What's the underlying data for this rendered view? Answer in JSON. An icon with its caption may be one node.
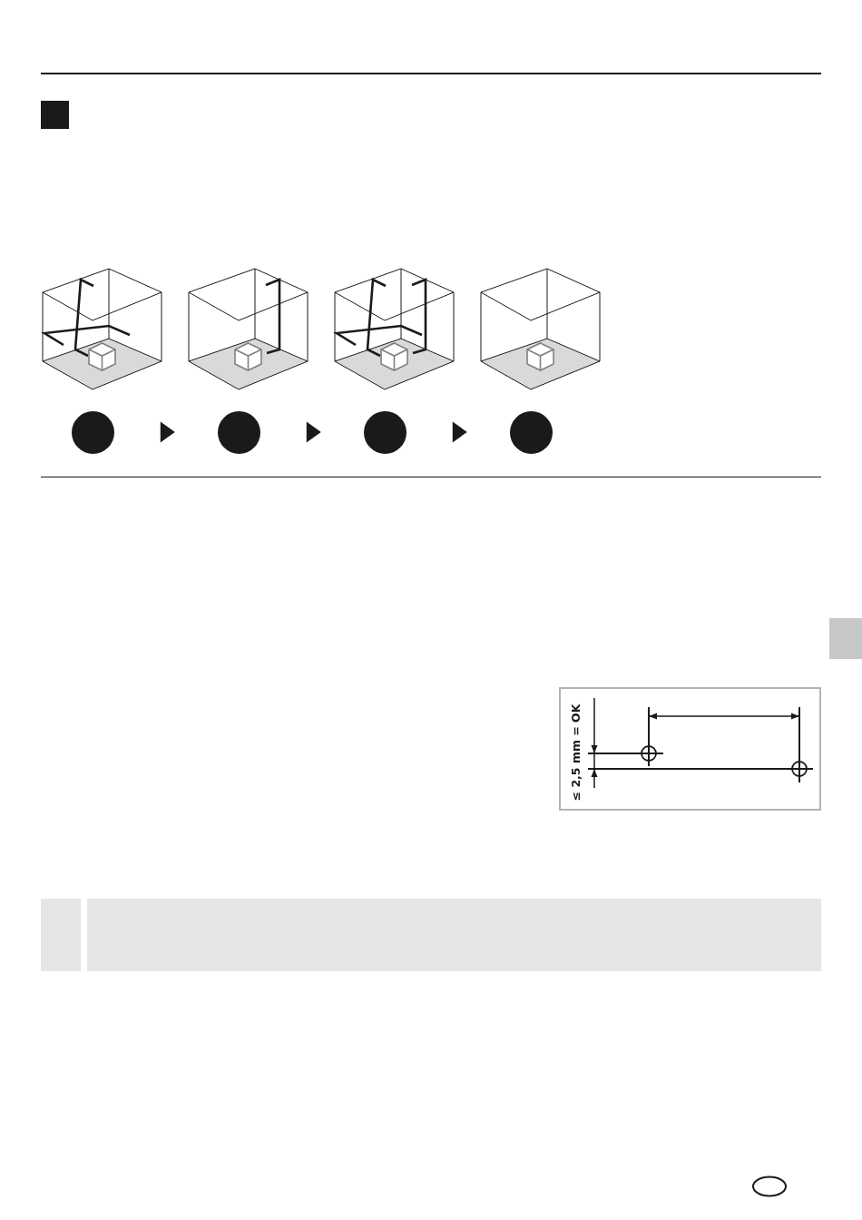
{
  "diagram": {
    "nodes": [
      {
        "text": [],
        "shape": "circle"
      },
      {
        "text": [],
        "shape": "circle"
      },
      {
        "text": [],
        "shape": "circle"
      },
      {
        "text": [],
        "shape": "circle"
      }
    ],
    "edges": [
      {
        "from": 0,
        "to": 1,
        "arrow": "to"
      },
      {
        "from": 1,
        "to": 2,
        "arrow": "to"
      },
      {
        "from": 2,
        "to": 3,
        "arrow": "to"
      }
    ],
    "labels": [
      "≤ 2,5 mm = OK"
    ]
  }
}
